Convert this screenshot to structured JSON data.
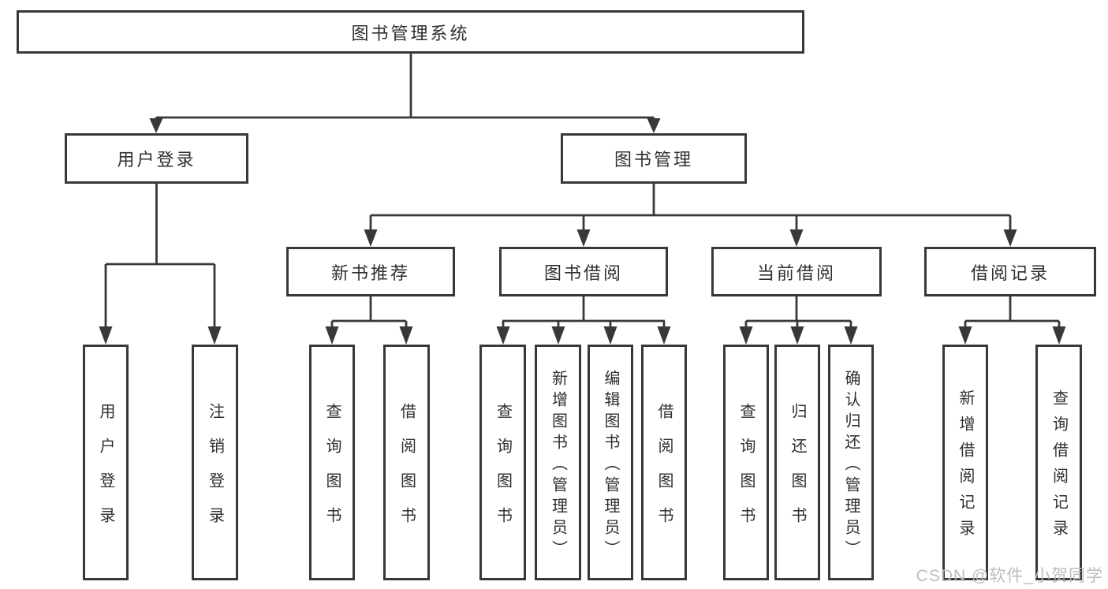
{
  "tree": {
    "label": "图书管理系统",
    "children": [
      {
        "label": "用户登录",
        "children": [
          {
            "label": "用户登录"
          },
          {
            "label": "注销登录"
          }
        ]
      },
      {
        "label": "图书管理",
        "children": [
          {
            "label": "新书推荐",
            "children": [
              {
                "label": "查询图书"
              },
              {
                "label": "借阅图书"
              }
            ]
          },
          {
            "label": "图书借阅",
            "children": [
              {
                "label": "查询图书"
              },
              {
                "label": "新增图书（管理员）"
              },
              {
                "label": "编辑图书（管理员）"
              },
              {
                "label": "借阅图书"
              }
            ]
          },
          {
            "label": "当前借阅",
            "children": [
              {
                "label": "查询图书"
              },
              {
                "label": "归还图书"
              },
              {
                "label": "确认归还（管理员）"
              }
            ]
          },
          {
            "label": "借阅记录",
            "children": [
              {
                "label": "新增借阅记录"
              },
              {
                "label": "查询借阅记录"
              }
            ]
          }
        ]
      }
    ]
  },
  "watermark": {
    "text": "CSDN @软件_小贺同学"
  },
  "colors": {
    "line": "#383838",
    "box_border": "#383838",
    "box_fill": "#ffffff",
    "text": "#2f2f2f",
    "watermark": "#bdbdbd",
    "background": "#ffffff"
  }
}
